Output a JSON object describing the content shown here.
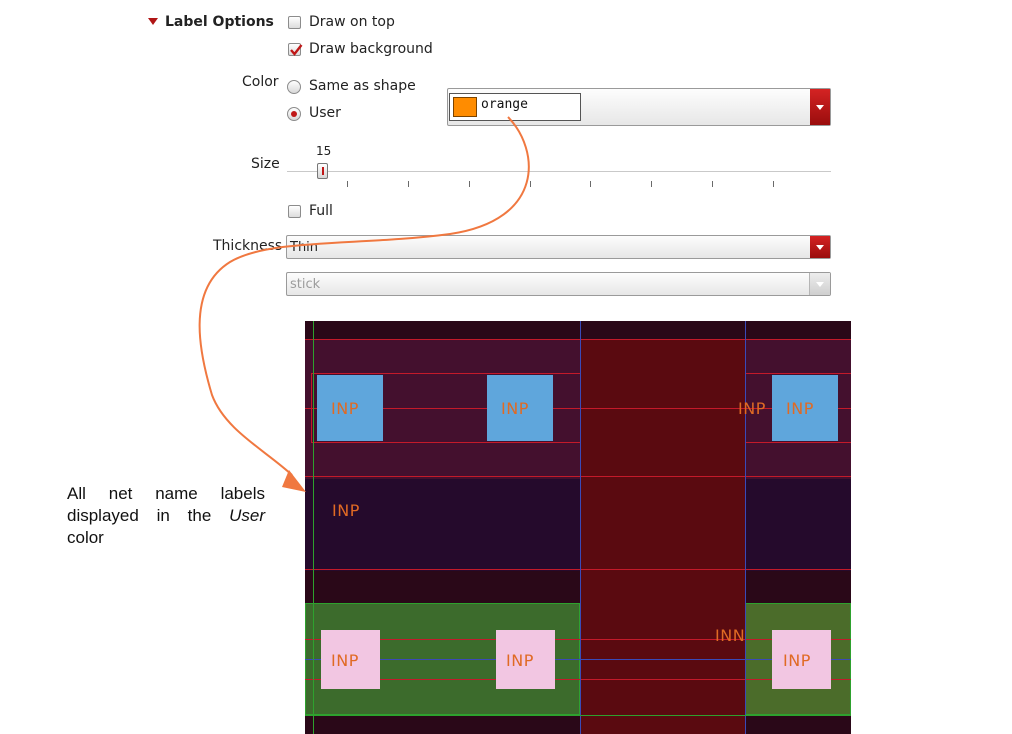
{
  "label_options": {
    "header": "Label Options",
    "draw_on_top": {
      "label": "Draw on top",
      "checked": false
    },
    "draw_background": {
      "label": "Draw background",
      "checked": true
    }
  },
  "color": {
    "label": "Color",
    "options": [
      {
        "label": "Same as shape",
        "selected": false
      },
      {
        "label": "User",
        "selected": true
      }
    ],
    "user_color": {
      "name": "orange",
      "swatch": "#ff8c00"
    }
  },
  "size": {
    "label": "Size",
    "value": "15"
  },
  "full": {
    "label": "Full",
    "checked": false
  },
  "thickness": {
    "label": "Thickness",
    "value": "Thin"
  },
  "style": {
    "value": "stick"
  },
  "layout_view": {
    "net_labels": [
      "INP",
      "INP",
      "INP",
      "INP",
      "INP",
      "INN",
      "INP",
      "INP"
    ]
  },
  "annotation": {
    "text_before": "All net name labels displayed in the",
    "emphasis": "User",
    "text_after": "color"
  },
  "colors": {
    "accent": "#c01818",
    "label_orange": "#e06a24",
    "callout": "#f07840"
  }
}
